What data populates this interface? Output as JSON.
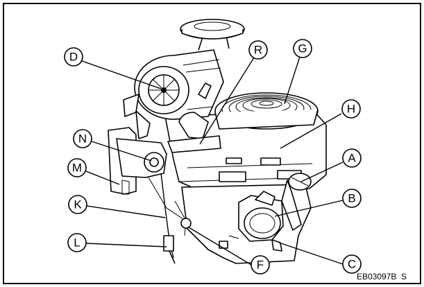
{
  "figure_code": "EB03097B  S",
  "callouts": [
    {
      "id": "D",
      "label": "D"
    },
    {
      "id": "R",
      "label": "R"
    },
    {
      "id": "G",
      "label": "G"
    },
    {
      "id": "H",
      "label": "H"
    },
    {
      "id": "N",
      "label": "N"
    },
    {
      "id": "A",
      "label": "A"
    },
    {
      "id": "M",
      "label": "M"
    },
    {
      "id": "B",
      "label": "B"
    },
    {
      "id": "K",
      "label": "K"
    },
    {
      "id": "L",
      "label": "L"
    },
    {
      "id": "F",
      "label": "F"
    },
    {
      "id": "C",
      "label": "C"
    }
  ]
}
